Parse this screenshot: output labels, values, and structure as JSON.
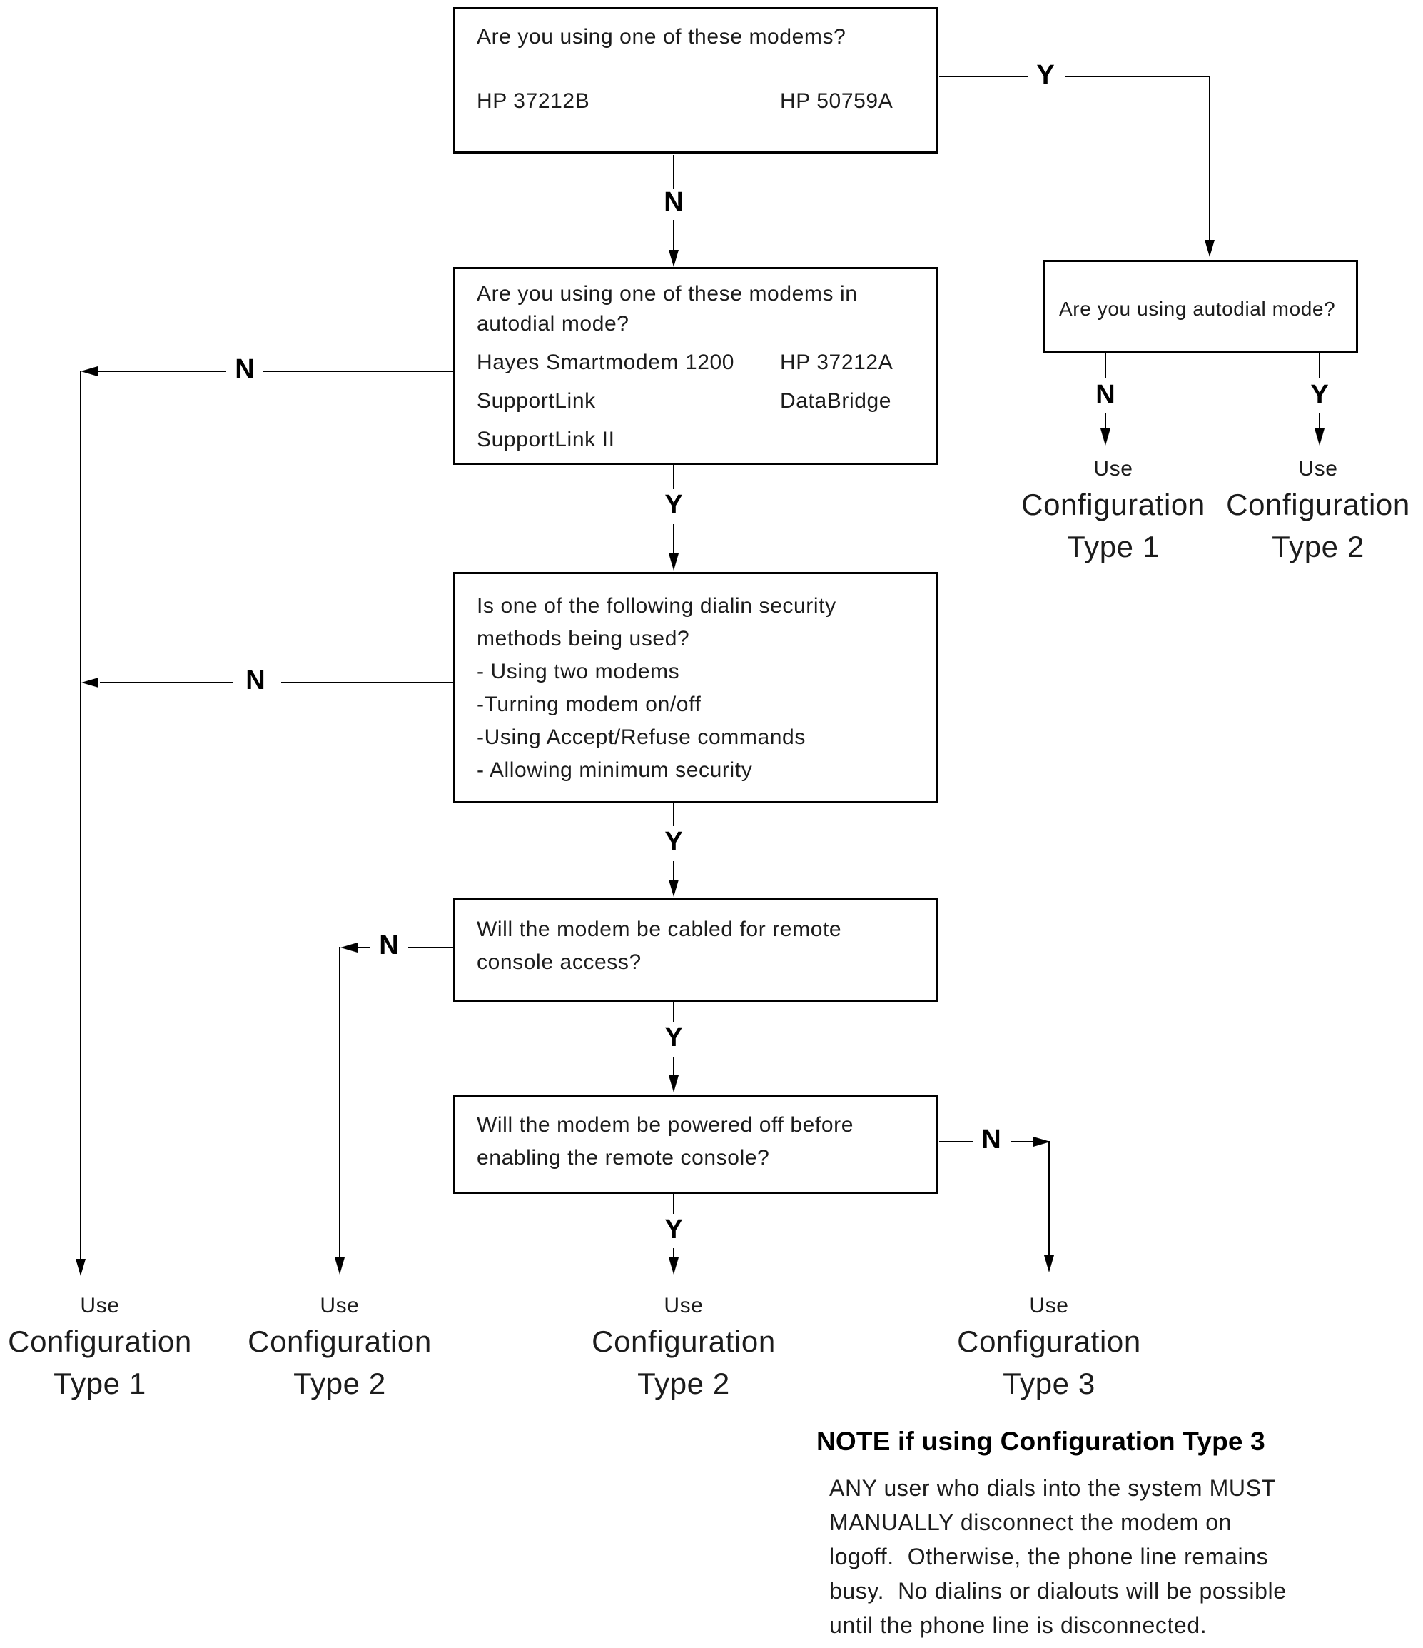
{
  "glyphs": {
    "yes": "Y",
    "no": "N"
  },
  "boxes": {
    "modems": {
      "question": "Are you using one of these modems?",
      "left_item": "HP 37212B",
      "right_item": "HP 50759A"
    },
    "autodial_modems": {
      "question_line1": "Are you using one of these modems in",
      "question_line2": "autodial mode?",
      "rows": [
        {
          "left": "Hayes Smartmodem 1200",
          "right": "HP 37212A"
        },
        {
          "left": "SupportLink",
          "right": "DataBridge"
        },
        {
          "left": "SupportLink II"
        }
      ]
    },
    "dialin_security": {
      "lines": [
        "Is one of the following dialin security",
        "methods being used?",
        "- Using two modems",
        "-Turning modem on/off",
        "-Using Accept/Refuse commands",
        "- Allowing minimum security"
      ]
    },
    "remote_console": {
      "line1": "Will the modem be cabled for remote",
      "line2": "console access?"
    },
    "powered_off": {
      "line1": "Will the modem be powered off before",
      "line2": "enabling the remote console?"
    },
    "autodial_mode": {
      "question": "Are you using autodial mode?"
    }
  },
  "outcomes": {
    "use": "Use",
    "configuration": "Configuration",
    "type1": "Type 1",
    "type2": "Type 2",
    "type3": "Type 3"
  },
  "note": {
    "heading": "NOTE if using Configuration Type 3",
    "lines": [
      "ANY user who dials into the system MUST",
      "MANUALLY disconnect the modem on",
      "logoff.  Otherwise, the phone line remains",
      "busy.  No dialins or dialouts will be possible",
      "until the phone line is disconnected."
    ]
  }
}
